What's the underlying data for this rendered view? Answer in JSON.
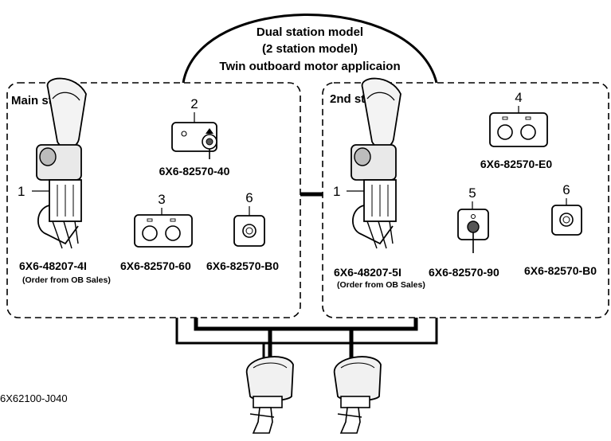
{
  "header": {
    "line1": "Dual station model",
    "line2": "(2 station model)",
    "line3": "Twin outboard motor applicaion"
  },
  "main_station": {
    "label": "Main station",
    "items": [
      {
        "callout": "1",
        "part": "6X6-48207-4I",
        "note": "(Order from OB Sales)"
      },
      {
        "callout": "2",
        "part": "6X6-82570-40"
      },
      {
        "callout": "3",
        "part": "6X6-82570-60"
      },
      {
        "callout": "6",
        "part": "6X6-82570-B0"
      }
    ]
  },
  "second_station": {
    "label": "2nd station",
    "items": [
      {
        "callout": "1",
        "part": "6X6-48207-5I",
        "note": "(Order from OB Sales)"
      },
      {
        "callout": "4",
        "part": "6X6-82570-E0"
      },
      {
        "callout": "5",
        "part": "6X6-82570-90"
      },
      {
        "callout": "6",
        "part": "6X6-82570-B0"
      }
    ]
  },
  "figure_code": "6X62100-J040"
}
